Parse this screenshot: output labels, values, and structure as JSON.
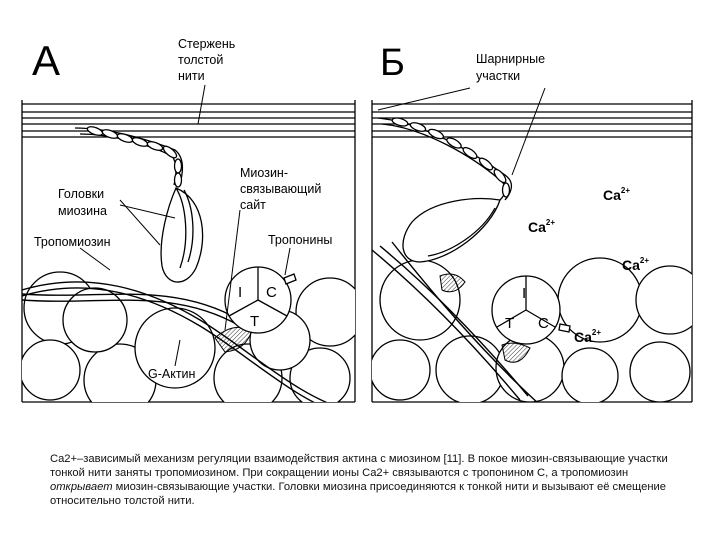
{
  "panel_a": {
    "letter": "А",
    "labels": {
      "rod": [
        "Стержень",
        "толстой",
        "нити"
      ],
      "heads": [
        "Головки",
        "миозина"
      ],
      "binding_site": [
        "Миозин-",
        "связывающий",
        "сайт"
      ],
      "tropomyosin": "Тропомиозин",
      "troponins": "Тропонины",
      "g_actin": "G-Актин",
      "troponin_i": "I",
      "troponin_c": "C",
      "troponin_t": "T"
    }
  },
  "panel_b": {
    "letter": "Б",
    "labels": {
      "hinge": [
        "Шарнирные",
        "участки"
      ],
      "ca_base": "Ca",
      "ca_sup": "2+",
      "troponin_i": "I",
      "troponin_c": "C",
      "troponin_t": "T"
    }
  },
  "caption": {
    "part1": "Ca2+–зависимый механизм регуляции взаимодействия актина с миозином [11]. В покое миозин-связывающие участки тонкой нити заняты тропомиозином. При сокращении ионы Ca2+ связываются с тропонином C, а тропомиозин ",
    "emphasis": "открывает",
    "part2": " миозин-связывающие участки. Головки миозина присоединяются к тонкой нити и вызывают её смещение относительно толстой нити."
  }
}
